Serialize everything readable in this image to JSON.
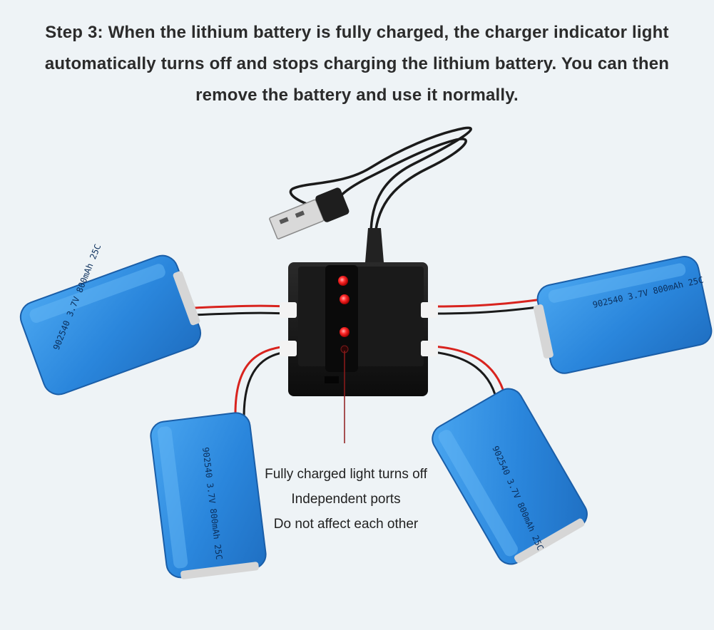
{
  "heading": {
    "line1": "Step 3: When the lithium battery is fully charged, the charger indicator light",
    "line2": "automatically turns off and stops charging the lithium battery. You can then",
    "line3": "remove the battery and use it normally."
  },
  "callout": {
    "line1": "Fully charged light turns off",
    "line2": "Independent ports",
    "line3": "Do not affect each other"
  },
  "batteries": {
    "label": "902540 3.7V 800mAh 25C"
  },
  "colors": {
    "background": "#eef3f6",
    "battery_blue": "#2f8ee0",
    "charger_black": "#141414",
    "led_red": "#ff2a2a",
    "wire_red": "#d8231e"
  }
}
